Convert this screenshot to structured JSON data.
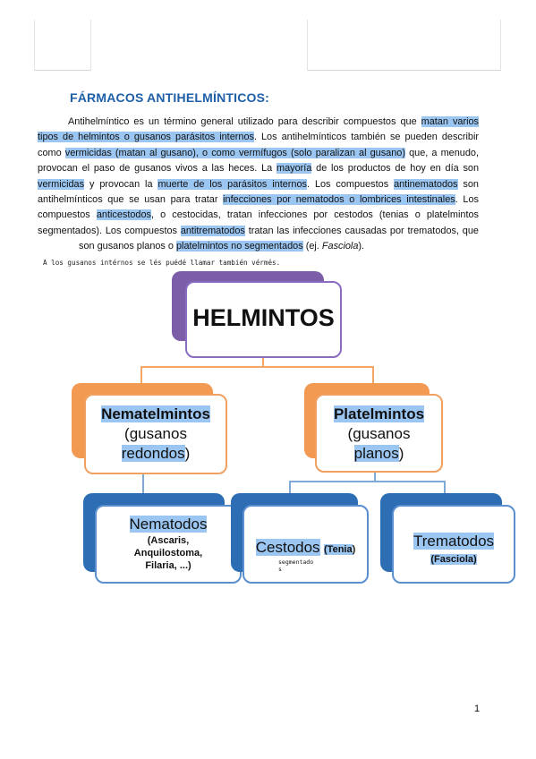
{
  "title": "FÁRMACOS ANTIHELMÍNTICOS:",
  "paragraph": {
    "l1a": "Antihelmíntico es un término general utilizado para describir compuestos que ",
    "l1h": "matan varios",
    "l2h": "tipos de helmintos o gusanos parásitos internos",
    "l2b": ". Los antihelmínticos también se pueden describir",
    "l3a": "como ",
    "l3h": "vermicidas (matan al gusano), o como vermífugos (solo paralizan al gusano)",
    "l3b": " que, a menudo,",
    "l4a": "provocan el paso de gusanos vivos a las heces. La ",
    "l4h": "mayoría",
    "l4b": " de los productos de hoy en día son",
    "l5h1": "vermicidas",
    "l5a": " y provocan la ",
    "l5h2": "muerte de los parásitos internos",
    "l5b": ". Los compuestos ",
    "l5h3": "antinematodos",
    "l5c": " son",
    "l6a": "antihelmínticos que se usan para tratar ",
    "l6h": "infecciones por nematodos o lombrices intestinales",
    "l6b": ". Los",
    "l7a": "compuestos ",
    "l7h": "anticestodos",
    "l7b": ", o cestocidas, tratan infecciones por cestodos (tenias o platelmintos",
    "l8a": "segmentados). Los compuestos ",
    "l8h": "antitrematodos",
    "l8b": " tratan las infecciones causadas por trematodos, que",
    "l9a": "son gusanos planos o ",
    "l9h": "platelmintos no segmentados",
    "l9b": " (ej. ",
    "l9i": "Fasciola",
    "l9c": ")."
  },
  "note": "A los gusanos intérnos se lés puédé llamar también vérmés.",
  "diagram": {
    "root": "HELMINTOS",
    "nemat": {
      "name": "Nematelmintos",
      "sub1": "(gusanos",
      "sub2": "redondos",
      "close": ")"
    },
    "plat": {
      "name": "Platelmintos",
      "sub1": "(gusanos",
      "sub2": "planos",
      "close": ")"
    },
    "nematodos": {
      "name": "Nematodos",
      "l1": "(Ascaris,",
      "l2": "Anquilostoma,",
      "l3": "Filaria, ...)"
    },
    "cestodos": {
      "name": "Cestodos",
      "tenia": "(Tenia",
      "close": ")",
      "note1": "segmentado",
      "note2": "s"
    },
    "trematodos": {
      "name": "Trematodos",
      "sub": "(Fasciola)"
    }
  },
  "page_number": "1",
  "colors": {
    "title": "#1f5fa8",
    "highlight": "#9cc6f2",
    "purple": "#7b5ea7",
    "orange": "#f39a52",
    "blue": "#2d6db4"
  }
}
